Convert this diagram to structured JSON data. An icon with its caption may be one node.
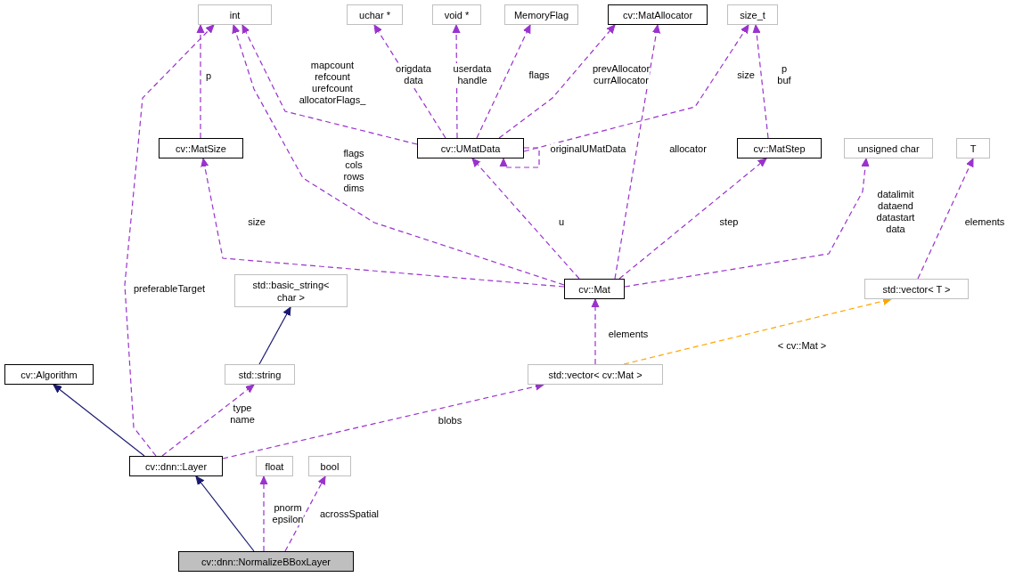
{
  "diagram": {
    "nodes": [
      {
        "text": [
          "int"
        ]
      },
      {
        "text": [
          "uchar *"
        ]
      },
      {
        "text": [
          "void *"
        ]
      },
      {
        "text": [
          "MemoryFlag"
        ]
      },
      {
        "text": [
          "cv::MatAllocator"
        ]
      },
      {
        "text": [
          "size_t"
        ]
      },
      {
        "text": [
          "cv::MatSize"
        ]
      },
      {
        "text": [
          "cv::UMatData"
        ]
      },
      {
        "text": [
          "cv::MatStep"
        ]
      },
      {
        "text": [
          "unsigned char"
        ]
      },
      {
        "text": [
          "T"
        ]
      },
      {
        "text": [
          "std::basic_string< char >"
        ]
      },
      {
        "text": [
          "cv::Mat"
        ]
      },
      {
        "text": [
          "std::vector< T >"
        ]
      },
      {
        "text": [
          "cv::Algorithm"
        ]
      },
      {
        "text": [
          "std::string"
        ]
      },
      {
        "text": [
          "std::vector< cv::Mat >"
        ]
      },
      {
        "text": [
          "cv::dnn::Layer"
        ]
      },
      {
        "text": [
          "float"
        ]
      },
      {
        "text": [
          "bool"
        ]
      },
      {
        "text": [
          "cv::dnn::NormalizeBBoxLayer"
        ]
      }
    ],
    "edges": [
      {
        "from": 17,
        "to": 0,
        "arrow": "to",
        "label": "preferableTarget",
        "style": "dashed"
      },
      {
        "from": 6,
        "to": 0,
        "arrow": "to",
        "label": "p",
        "style": "dashed"
      },
      {
        "from": 7,
        "to": 0,
        "arrow": "to",
        "label": "mapcount refcount urefcount allocatorFlags_",
        "style": "dashed"
      },
      {
        "from": 12,
        "to": 0,
        "arrow": "to",
        "label": "flags cols rows dims",
        "style": "dashed"
      },
      {
        "from": 7,
        "to": 1,
        "arrow": "to",
        "label": "origdata data",
        "style": "dashed"
      },
      {
        "from": 7,
        "to": 2,
        "arrow": "to",
        "label": "userdata handle",
        "style": "dashed"
      },
      {
        "from": 7,
        "to": 3,
        "arrow": "to",
        "label": "flags",
        "style": "dashed"
      },
      {
        "from": 7,
        "to": 4,
        "arrow": "to",
        "label": "prevAllocator currAllocator",
        "style": "dashed"
      },
      {
        "from": 7,
        "to": 5,
        "arrow": "to",
        "label": "size",
        "style": "dashed"
      },
      {
        "from": 7,
        "to": 7,
        "arrow": "to",
        "label": "originalUMatData",
        "style": "dashed"
      },
      {
        "from": 8,
        "to": 5,
        "arrow": "to",
        "label": "p buf",
        "style": "dashed"
      },
      {
        "from": 12,
        "to": 4,
        "arrow": "to",
        "label": "allocator",
        "style": "dashed"
      },
      {
        "from": 12,
        "to": 6,
        "arrow": "to",
        "label": "size",
        "style": "dashed"
      },
      {
        "from": 12,
        "to": 7,
        "arrow": "to",
        "label": "u",
        "style": "dashed"
      },
      {
        "from": 12,
        "to": 8,
        "arrow": "to",
        "label": "step",
        "style": "dashed"
      },
      {
        "from": 12,
        "to": 9,
        "arrow": "to",
        "label": "datalimit dataend datastart data",
        "style": "dashed"
      },
      {
        "from": 13,
        "to": 10,
        "arrow": "to",
        "label": "elements",
        "style": "dashed"
      },
      {
        "from": 16,
        "to": 12,
        "arrow": "to",
        "label": "elements",
        "style": "dashed"
      },
      {
        "from": 16,
        "to": 13,
        "arrow": "to",
        "label": "< cv::Mat >",
        "style": "dashed",
        "color": "#ffa500"
      },
      {
        "from": 15,
        "to": 11,
        "arrow": "to",
        "color": "#191970"
      },
      {
        "from": 17,
        "to": 15,
        "arrow": "to",
        "label": "type name",
        "style": "dashed"
      },
      {
        "from": 17,
        "to": 16,
        "arrow": "to",
        "label": "blobs",
        "style": "dashed"
      },
      {
        "from": 17,
        "to": 14,
        "arrow": "to",
        "color": "#191970"
      },
      {
        "from": 20,
        "to": 17,
        "arrow": "to",
        "color": "#191970"
      },
      {
        "from": 20,
        "to": 18,
        "arrow": "to",
        "label": "pnorm epsilon",
        "style": "dashed"
      },
      {
        "from": 20,
        "to": 19,
        "arrow": "to",
        "label": "acrossSpatial",
        "style": "dashed"
      }
    ]
  }
}
